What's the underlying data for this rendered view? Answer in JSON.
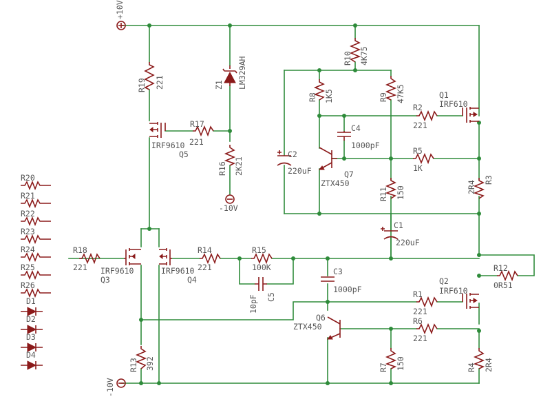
{
  "rails": {
    "pos": "+10V",
    "neg": "-10V",
    "neg_ref": "-10V"
  },
  "labels": {
    "R19": "R19",
    "R19v": "221",
    "Z1": "Z1",
    "Z1v": "LM329AH",
    "R10": "R10",
    "R10v": "4K75",
    "R8": "R8",
    "R8v": "1K5",
    "R9": "R9",
    "R9v": "47K5",
    "Q1": "Q1",
    "Q1v": "IRF610",
    "R2": "R2",
    "R2v": "221",
    "C4": "C4",
    "C4v": "1000pF",
    "R17": "R17",
    "R17v": "221",
    "Q5": "Q5",
    "Q5v": "IRF9610",
    "C2": "C2",
    "C2v": "220uF",
    "R5": "R5",
    "R5v": "1K",
    "R16": "R16",
    "R16v": "2K21",
    "Q7": "Q7",
    "Q7v": "ZTX450",
    "R11": "R11",
    "R11v": "150",
    "R3": "R3",
    "R3v": "2R4",
    "C1": "C1",
    "C1v": "220uF",
    "R18": "R18",
    "R18v": "221",
    "Q3": "Q3",
    "Q3v": "IRF9610",
    "Q4": "Q4",
    "Q4v": "IRF9610",
    "R14": "R14",
    "R14v": "221",
    "R15": "R15",
    "R15v": "100K",
    "R12": "R12",
    "R12v": "0R51",
    "C5": "C5",
    "C5v": "10pF",
    "C3": "C3",
    "C3v": "1000pF",
    "Q2": "Q2",
    "Q2v": "IRF610",
    "R1": "R1",
    "R1v": "221",
    "Q6": "Q6",
    "Q6v": "ZTX450",
    "R6": "R6",
    "R6v": "221",
    "R13": "R13",
    "R13v": "392",
    "R7": "R7",
    "R7v": "150",
    "R4": "R4",
    "R4v": "2R4"
  },
  "parts_list": {
    "resistors": [
      "R20",
      "R21",
      "R22",
      "R23",
      "R24",
      "R25",
      "R26"
    ],
    "diodes": [
      "D1",
      "D2",
      "D3",
      "D4"
    ]
  }
}
